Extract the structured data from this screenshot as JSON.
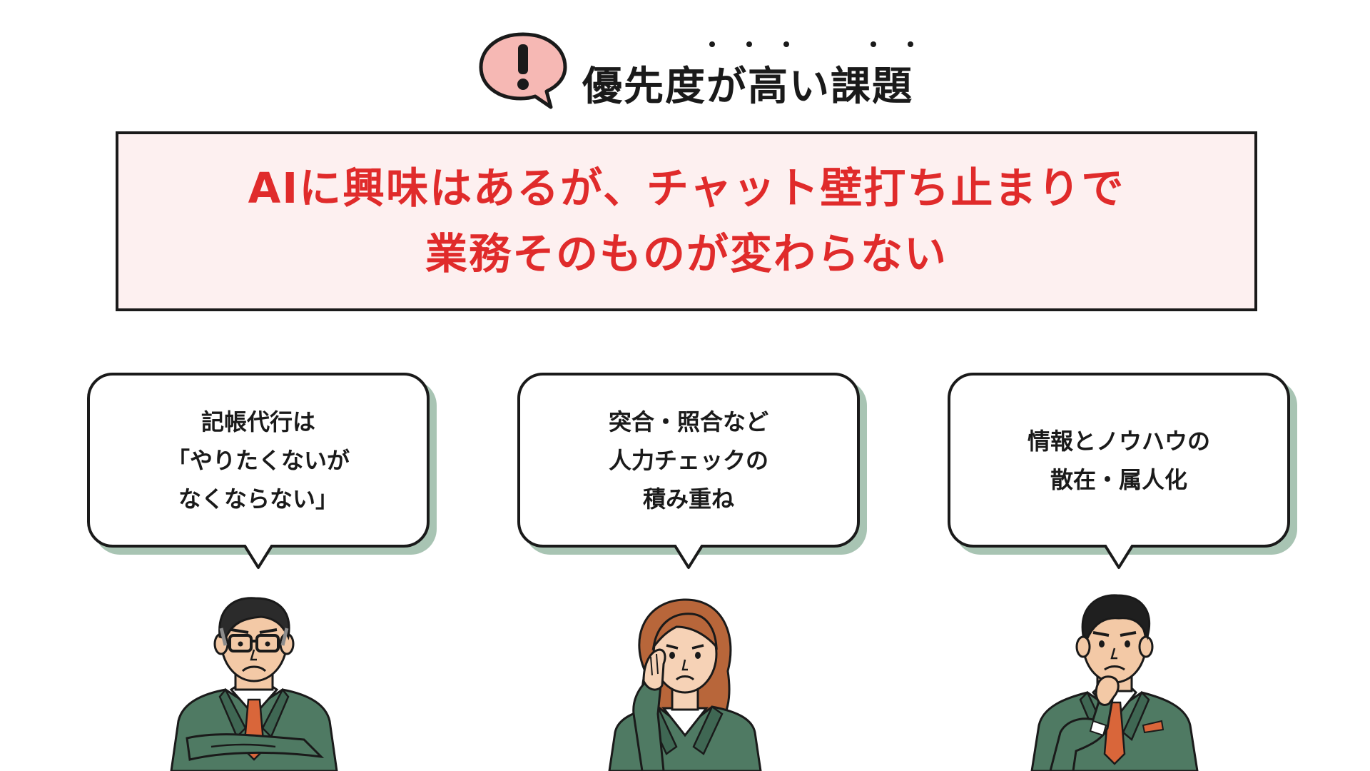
{
  "heading": {
    "icon": "exclamation-speech-bubble-icon",
    "title": "優先度が高い課題"
  },
  "issue": {
    "lines": [
      "AIに興味はあるが、チャット壁打ち止まりで",
      "業務そのものが変わらない"
    ]
  },
  "cards": [
    {
      "lines": [
        "記帳代行は",
        "「やりたくないが",
        "なくならない」"
      ]
    },
    {
      "lines": [
        "突合・照合など",
        "人力チェックの",
        "積み重ね"
      ]
    },
    {
      "lines": [
        "情報とノウハウの",
        "散在・属人化"
      ]
    }
  ],
  "people": [
    {
      "icon": "worried-older-man-arms-crossed-icon"
    },
    {
      "icon": "worried-woman-hand-on-cheek-icon"
    },
    {
      "icon": "worried-man-thinking-icon"
    }
  ],
  "colors": {
    "accent_red": "#e02b2b",
    "box_fill": "#fdf0f0",
    "bubble_pink": "#f6b8b4",
    "card_shadow": "#a8c4b3",
    "suit_green": "#4f7a63",
    "tie_orange": "#d9663a",
    "text_dark": "#1a1a1a"
  }
}
